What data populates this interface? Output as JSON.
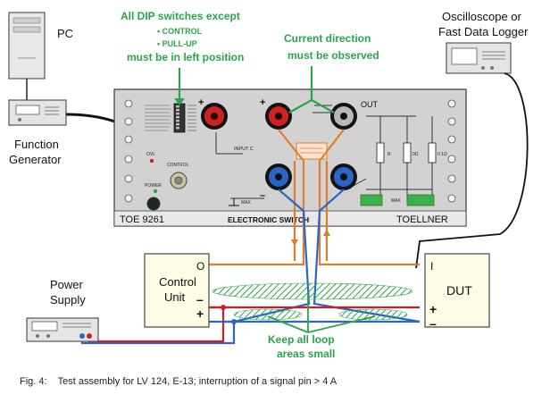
{
  "equipment": {
    "pc": "PC",
    "scope_line1": "Oscilloscope or",
    "scope_line2": "Fast Data Logger",
    "fg_line1": "Function",
    "fg_line2": "Generator",
    "power_line1": "Power",
    "power_line2": "Supply",
    "control_unit_line1": "Control",
    "control_unit_line2": "Unit",
    "control_o": "O",
    "control_minus": "–",
    "control_plus": "+",
    "dut": "DUT",
    "dut_i": "I",
    "dut_plus": "+",
    "dut_minus": "–"
  },
  "notes": {
    "dip_line1": "All DIP switches except",
    "dip_item1": "•  CONTROL",
    "dip_item2": "•  PULL-UP",
    "dip_line2": "must be in left position",
    "current_line1": "Current direction",
    "current_line2": "must be observed",
    "loop_line1": "Keep all loop",
    "loop_line2": "areas small"
  },
  "device": {
    "brand_left": "TOE 9261",
    "title": "ELECTRONIC  SWITCH",
    "brand_right": "TOELLNER",
    "out": "OUT",
    "input_c": "INPUT C",
    "ovl": "OVL",
    "control": "CONTROL",
    "power": "POWER",
    "max": "MAX",
    "r_label": "R",
    "r2_label": "0Ω",
    "r3_label": "0.1Ω"
  },
  "caption": "Fig. 4:    Test assembly for LV 124, E-13; interruption of a signal pin > 4 A",
  "colors": {
    "green": "#2aa44a",
    "orange": "#e07d2a",
    "blue": "#2a66c8",
    "red": "#cc1f1f"
  }
}
